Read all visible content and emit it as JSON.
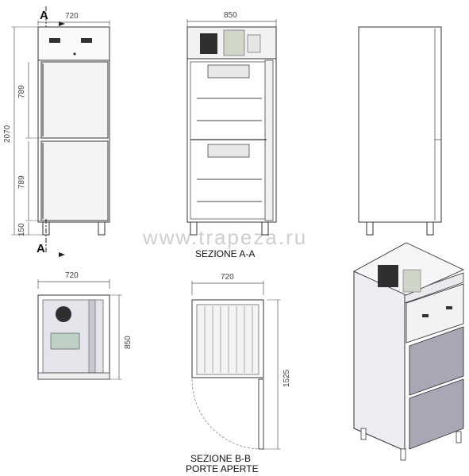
{
  "dimensions": {
    "front_width": "720",
    "side_width": "850",
    "total_height": "2070",
    "upper_door_height": "789",
    "lower_door_height": "789",
    "leg_height": "150",
    "top_view_width": "720",
    "top_view_depth": "850",
    "open_view_width": "720",
    "open_view_depth": "1525"
  },
  "labels": {
    "section_marker_top": "A",
    "section_marker_bottom": "A",
    "section_aa": "SEZIONE A-A",
    "section_bb_line1": "SEZIONE B-B",
    "section_bb_line2": "PORTE APERTE"
  },
  "watermark": "www.trapeza.ru",
  "colors": {
    "line": "#333333",
    "panel_fill": "#f4f4f6",
    "steel_light": "#e4e4ea",
    "steel_dark": "#a9a7b6",
    "unit_fill": "#2f2f2f"
  }
}
